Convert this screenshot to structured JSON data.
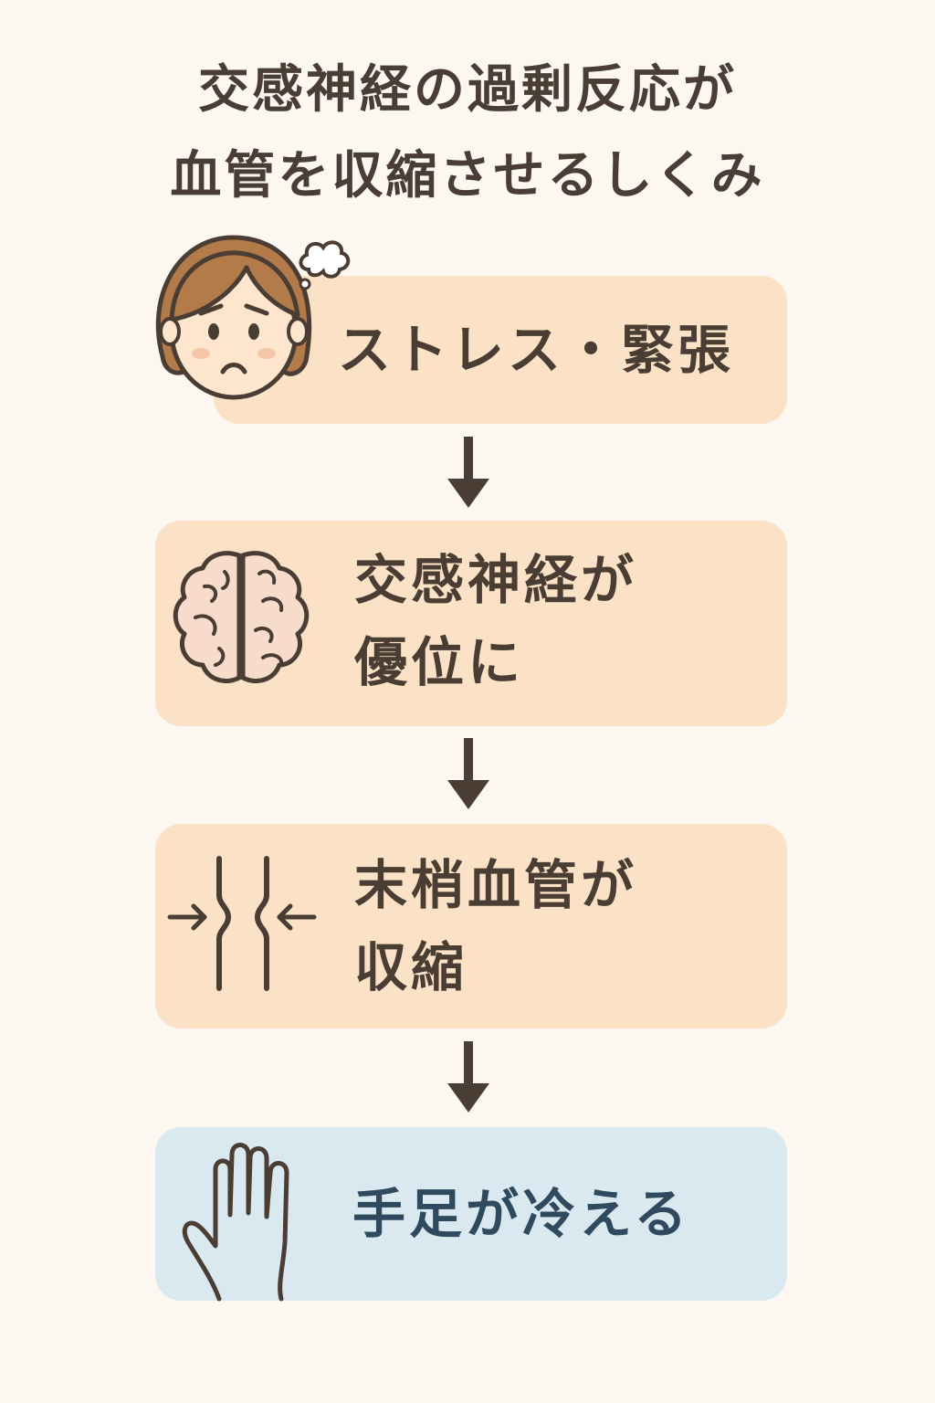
{
  "title": {
    "line1": "交感神経の過剰反応が",
    "line2": "血管を収縮させるしくみ"
  },
  "steps": [
    {
      "icon": "worried-woman-icon",
      "lines": [
        "ストレス・緊張"
      ]
    },
    {
      "icon": "brain-icon",
      "lines": [
        "交感神経が",
        "優位に"
      ]
    },
    {
      "icon": "constricted-vessel-icon",
      "lines": [
        "末梢血管が",
        "収縮"
      ]
    },
    {
      "icon": "hand-icon",
      "lines": [
        "手足が冷える"
      ]
    }
  ],
  "colors": {
    "background": "#fcf8f1",
    "step_box": "#fbe2c6",
    "final_box": "#d9e9ef",
    "text": "#4a3d33",
    "final_text": "#2f4a5e"
  }
}
